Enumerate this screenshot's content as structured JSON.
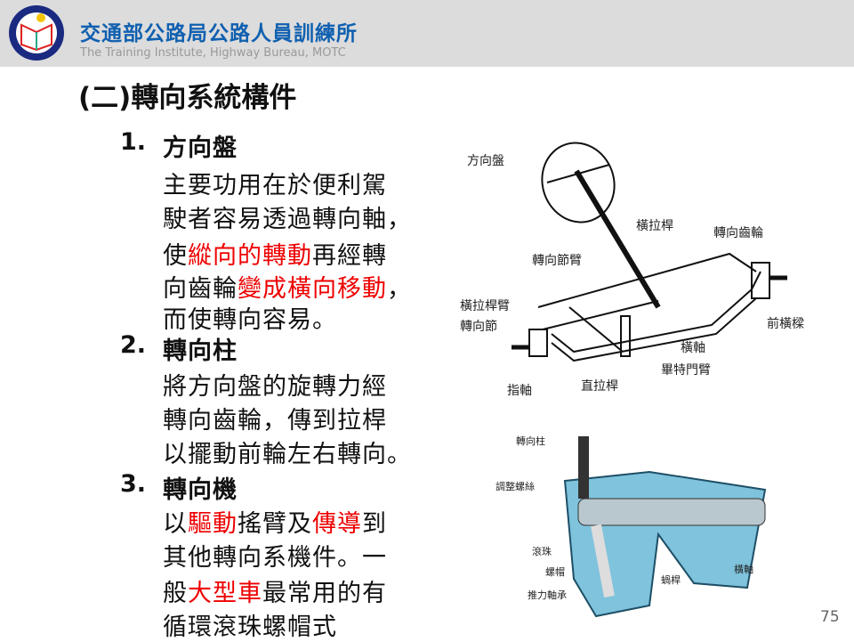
{
  "header": {
    "org_cn": "交通部公路局公路人員訓練所",
    "org_en": "The Training Institute, Highway Bureau,  MOTC"
  },
  "title": "(二)轉向系統構件",
  "items": [
    {
      "num": "1.",
      "heading": "方向盤",
      "lines": [
        [
          {
            "t": "主要功用在於便利駕"
          }
        ],
        [
          {
            "t": "駛者容易透過轉向軸，"
          }
        ],
        [
          {
            "t": "使"
          },
          {
            "t": "縱向的轉動",
            "red": true
          },
          {
            "t": "再經轉"
          }
        ],
        [
          {
            "t": "向齒輪"
          },
          {
            "t": "變成橫向移動",
            "red": true
          },
          {
            "t": "，"
          }
        ],
        [
          {
            "t": "而使轉向容易。"
          }
        ]
      ]
    },
    {
      "num": "2.",
      "heading": "轉向柱",
      "lines": [
        [
          {
            "t": "將方向盤的旋轉力經"
          }
        ],
        [
          {
            "t": "轉向齒輪，傳到拉桿"
          }
        ],
        [
          {
            "t": "以擺動前輪左右轉向。"
          }
        ]
      ]
    },
    {
      "num": "3.",
      "heading": "轉向機",
      "lines": [
        [
          {
            "t": "以"
          },
          {
            "t": "驅動",
            "red": true
          },
          {
            "t": "搖臂及"
          },
          {
            "t": "傳導",
            "red": true
          },
          {
            "t": "到"
          }
        ],
        [
          {
            "t": "其他轉向系機件。一"
          }
        ],
        [
          {
            "t": "般"
          },
          {
            "t": "大型車",
            "red": true
          },
          {
            "t": "最常用的有"
          }
        ],
        [
          {
            "t": "循環滾珠螺帽式"
          }
        ]
      ]
    }
  ],
  "diagram1_labels": [
    "方向盤",
    "橫拉桿",
    "轉向齒輪",
    "轉向節臂",
    "橫拉桿臂",
    "轉向節",
    "前橫樑",
    "橫軸",
    "畢特門臂",
    "指軸",
    "直拉桿"
  ],
  "diagram2_labels": [
    "轉向柱",
    "調整螺絲",
    "滾珠",
    "螺帽",
    "蝸桿",
    "推力軸承",
    "橫軸"
  ],
  "page_number": "75",
  "colors": {
    "brand": "#1060b0",
    "highlight": "#e00000"
  }
}
